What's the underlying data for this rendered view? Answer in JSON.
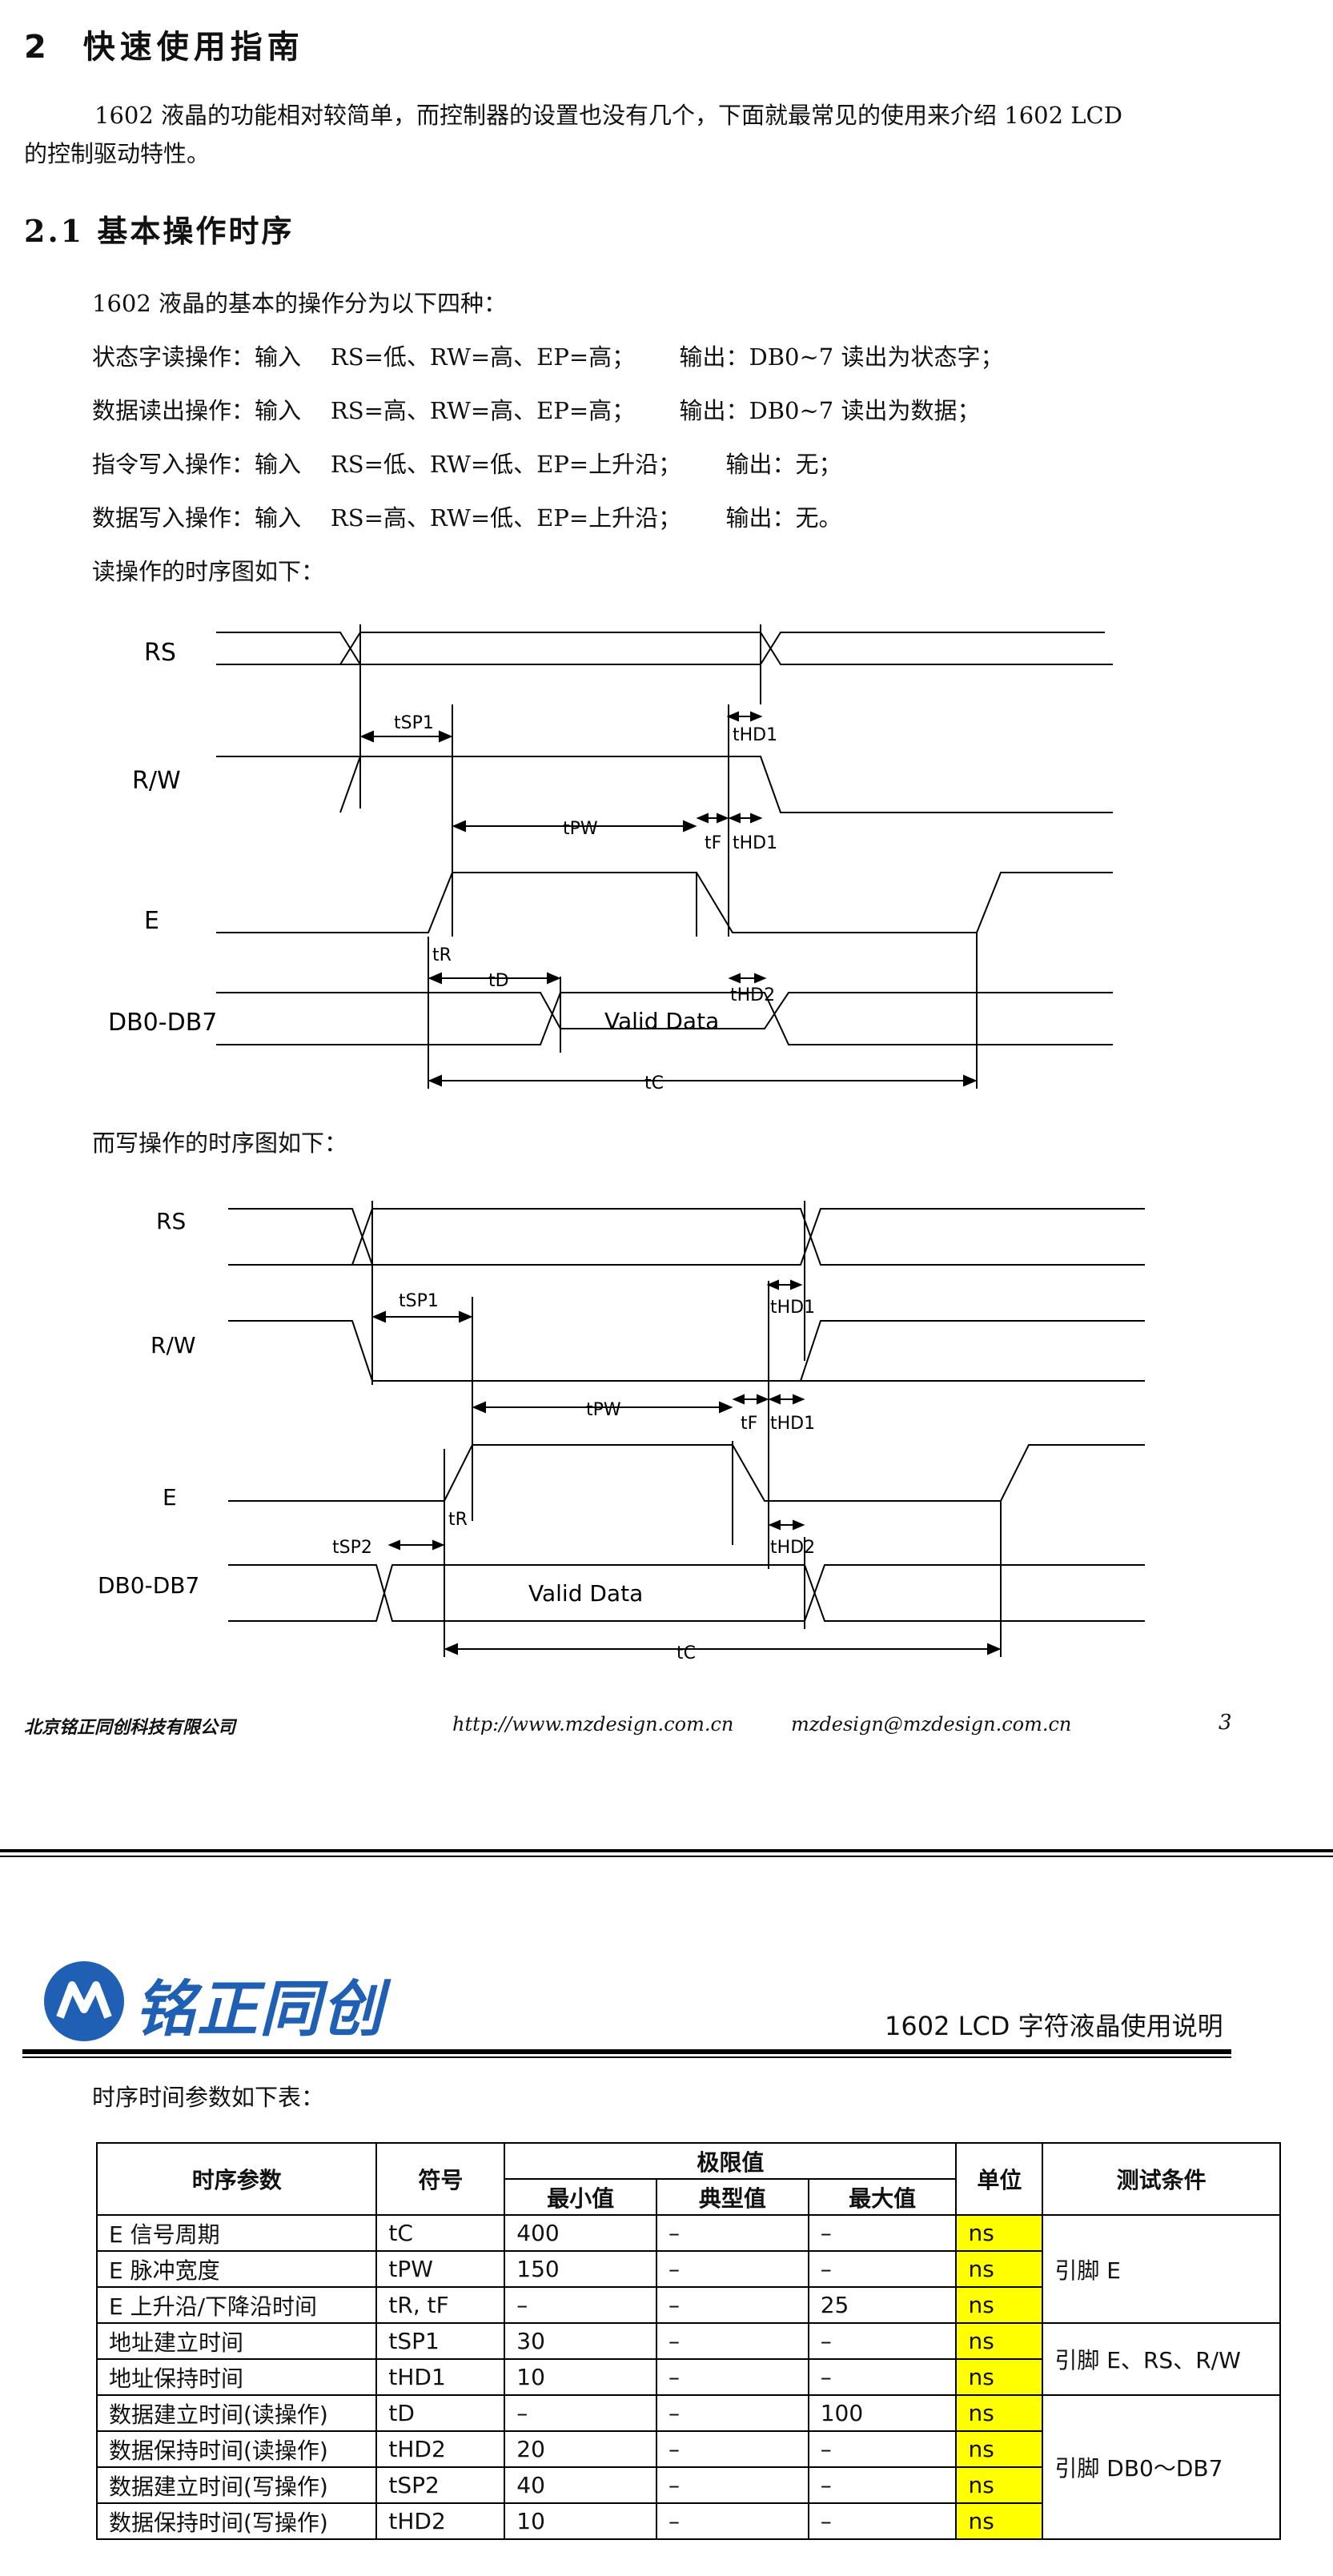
{
  "section": {
    "number": "2",
    "title": "快速使用指南"
  },
  "intro": {
    "line1": "1602 液晶的功能相对较简单，而控制器的设置也没有几个，下面就最常见的使用来介绍 1602 LCD",
    "line2": "的控制驱动特性。"
  },
  "subsection": {
    "number": "2.1",
    "title": "基本操作时序"
  },
  "ops": {
    "intro": "1602 液晶的基本的操作分为以下四种：",
    "items": [
      {
        "text": "状态字读操作：输入    RS=低、RW=高、EP=高；      输出：DB0~7 读出为状态字；"
      },
      {
        "text": "数据读出操作：输入    RS=高、RW=高、EP=高；      输出：DB0~7 读出为数据；"
      },
      {
        "text": "指令写入操作：输入    RS=低、RW=低、EP=上升沿；      输出：无；"
      },
      {
        "text": "数据写入操作：输入    RS=高、RW=低、EP=上升沿；      输出：无。"
      }
    ],
    "read_caption": "读操作的时序图如下：",
    "write_caption": "而写操作的时序图如下："
  },
  "read_diagram": {
    "signals": [
      "RS",
      "R/W",
      "E",
      "DB0-DB7"
    ],
    "valid_data": "Valid Data",
    "labels": {
      "tsp1": "tSP1",
      "thd1a": "tHD1",
      "tpw": "tPW",
      "tf": "tF",
      "thd1b": "tHD1",
      "tr": "tR",
      "td": "tD",
      "thd2": "tHD2",
      "tc": "tC"
    }
  },
  "write_diagram": {
    "signals": [
      "RS",
      "R/W",
      "E",
      "DB0-DB7"
    ],
    "valid_data": "Valid Data",
    "labels": {
      "tsp1": "tSP1",
      "thd1a": "tHD1",
      "tpw": "tPW",
      "tf": "tF",
      "thd1b": "tHD1",
      "tr": "tR",
      "tsp2": "tSP2",
      "thd2": "tHD2",
      "tc": "tC"
    }
  },
  "footer": {
    "company": "北京铭正同创科技有限公司",
    "url": "http://www.mzdesign.com.cn",
    "email": "mzdesign@mzdesign.com.cn",
    "page": "3"
  },
  "header2": {
    "logo_text": "铭正同创",
    "doc_title": "1602 LCD 字符液晶使用说明"
  },
  "table": {
    "caption": "时序时间参数如下表：",
    "headers": {
      "param": "时序参数",
      "symbol": "符号",
      "limits": "极限值",
      "min": "最小值",
      "typ": "典型值",
      "max": "最大值",
      "unit": "单位",
      "cond": "测试条件"
    },
    "rows": [
      {
        "param": "E 信号周期",
        "symbol": "tC",
        "min": "400",
        "typ": "–",
        "max": "–",
        "unit": "ns"
      },
      {
        "param": "E 脉冲宽度",
        "symbol": "tPW",
        "min": "150",
        "typ": "–",
        "max": "–",
        "unit": "ns"
      },
      {
        "param": "E 上升沿/下降沿时间",
        "symbol": "tR, tF",
        "min": "–",
        "typ": "–",
        "max": "25",
        "unit": "ns"
      },
      {
        "param": "地址建立时间",
        "symbol": "tSP1",
        "min": "30",
        "typ": "–",
        "max": "–",
        "unit": "ns"
      },
      {
        "param": "地址保持时间",
        "symbol": "tHD1",
        "min": "10",
        "typ": "–",
        "max": "–",
        "unit": "ns"
      },
      {
        "param": "数据建立时间(读操作)",
        "symbol": "tD",
        "min": "–",
        "typ": "–",
        "max": "100",
        "unit": "ns"
      },
      {
        "param": "数据保持时间(读操作)",
        "symbol": "tHD2",
        "min": "20",
        "typ": "–",
        "max": "–",
        "unit": "ns"
      },
      {
        "param": "数据建立时间(写操作)",
        "symbol": "tSP2",
        "min": "40",
        "typ": "–",
        "max": "–",
        "unit": "ns"
      },
      {
        "param": "数据保持时间(写操作)",
        "symbol": "tHD2",
        "min": "10",
        "typ": "–",
        "max": "–",
        "unit": "ns"
      }
    ],
    "conditions": [
      "引脚 E",
      "引脚 E、RS、R/W",
      "引脚 DB0～DB7"
    ]
  },
  "colors": {
    "unit_highlight": "#ffff00",
    "logo_blue": "#1f5fb4"
  }
}
